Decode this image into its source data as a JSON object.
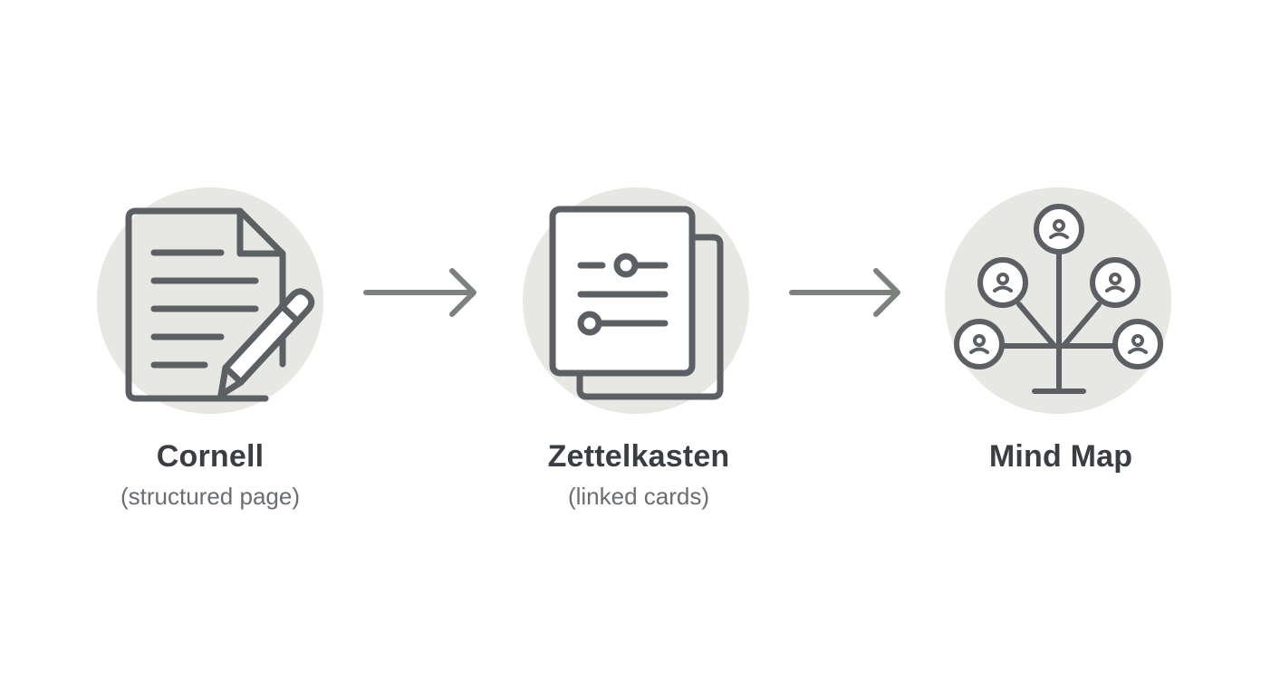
{
  "steps": [
    {
      "icon": "document-with-pencil-icon",
      "title": "Cornell",
      "subtitle": "(structured page)"
    },
    {
      "icon": "linked-cards-icon",
      "title": "Zettelkasten",
      "subtitle": "(linked cards)"
    },
    {
      "icon": "mind-map-tree-icon",
      "title": "Mind Map",
      "subtitle": ""
    }
  ],
  "connectors": [
    {
      "icon": "arrow-right-icon"
    },
    {
      "icon": "arrow-right-icon"
    }
  ],
  "colors": {
    "icon_stroke": "#5c5f63",
    "circle_fill": "#e7e8e3",
    "arrow": "#7d817e",
    "title_text": "#3a3d42",
    "subtitle_text": "#6a6d72",
    "background": "#ffffff"
  }
}
